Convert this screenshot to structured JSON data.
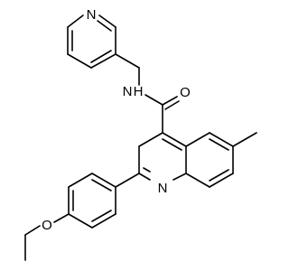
{
  "molecule": {
    "atoms": {
      "pyridine_n": "N",
      "amide_nh": "N",
      "amide_h": "H",
      "carbonyl_o": "O",
      "quinoline_n": "N",
      "ether_o": "O"
    },
    "colors": {
      "bond": "#000000",
      "text": "#000000",
      "background": "#ffffff"
    }
  }
}
